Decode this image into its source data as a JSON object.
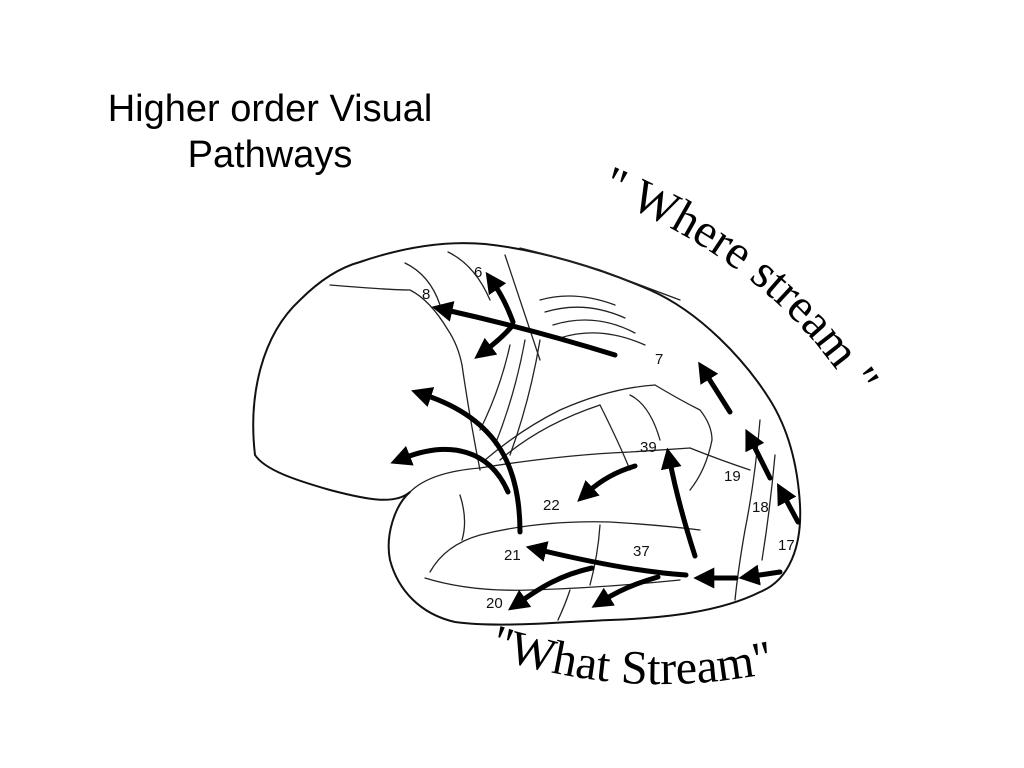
{
  "slide": {
    "title_line1": "Higher order Visual",
    "title_line2": "Pathways"
  },
  "diagram": {
    "areas": {
      "a6": "6",
      "a8": "8",
      "a7": "7",
      "a39": "39",
      "a19": "19",
      "a18": "18",
      "a17": "17",
      "a22": "22",
      "a21": "21",
      "a37": "37",
      "a20": "20"
    },
    "where_stream": "\" Where stream \"",
    "what_stream": "\"What Stream\""
  },
  "colors": {
    "ink": "#000000",
    "background": "#ffffff"
  }
}
